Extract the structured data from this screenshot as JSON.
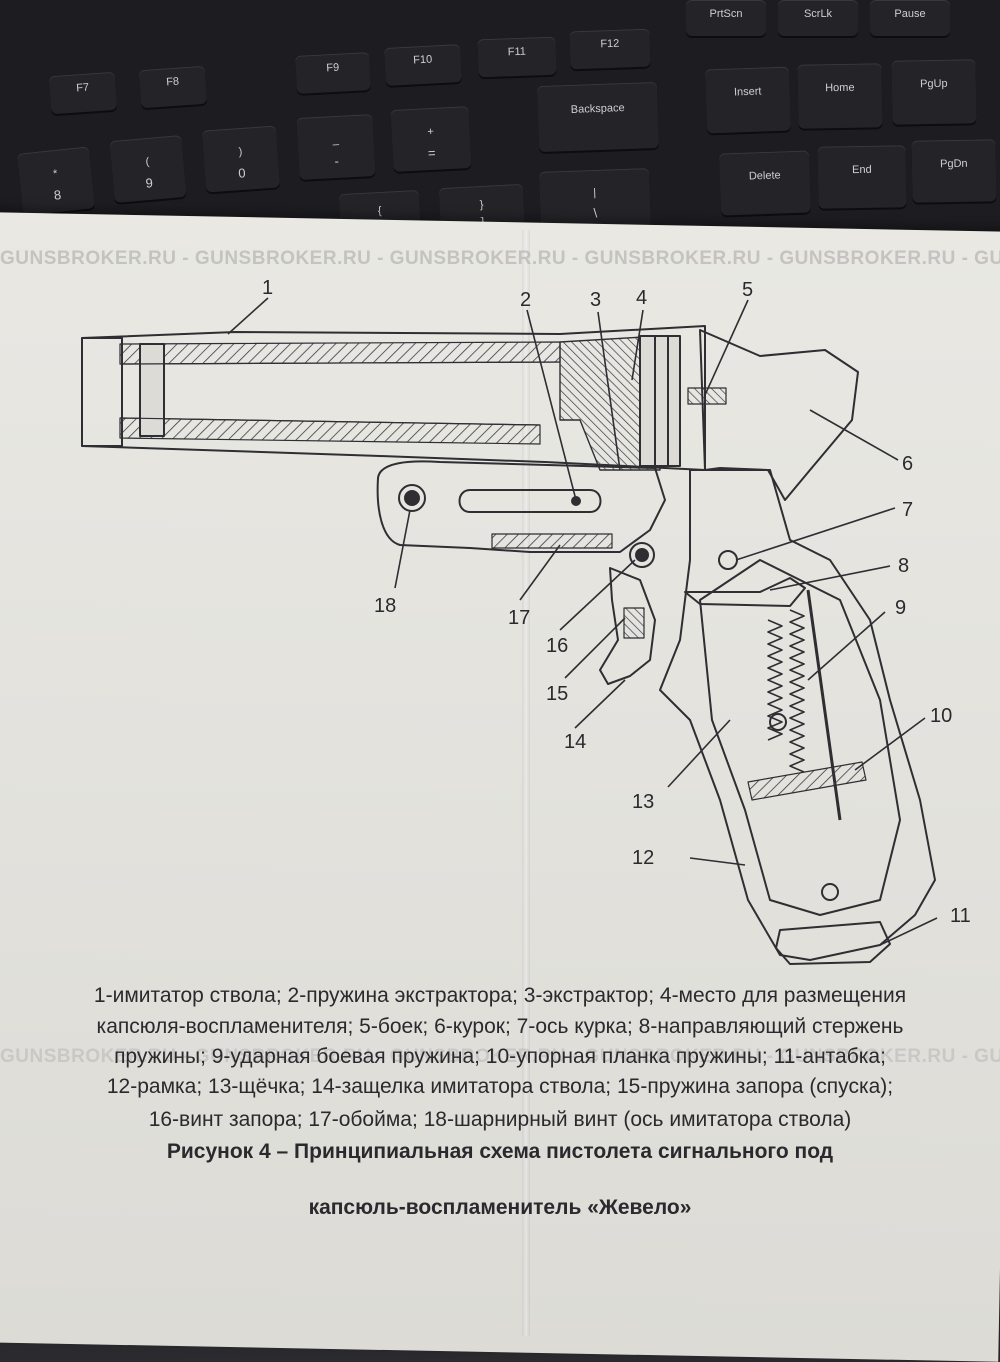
{
  "keyboard": {
    "keys": [
      {
        "id": "f7",
        "label": "F7"
      },
      {
        "id": "f8",
        "label": "F8"
      },
      {
        "id": "f9",
        "label": "F9"
      },
      {
        "id": "f10",
        "label": "F10"
      },
      {
        "id": "f11",
        "label": "F11"
      },
      {
        "id": "f12",
        "label": "F12"
      },
      {
        "id": "prtscn",
        "label": "PrtScn"
      },
      {
        "id": "scrlk",
        "label": "ScrLk"
      },
      {
        "id": "pause",
        "label": "Pause"
      },
      {
        "id": "n8",
        "top": "*",
        "bottom": "8"
      },
      {
        "id": "n9",
        "top": "(",
        "bottom": "9"
      },
      {
        "id": "n0",
        "top": ")",
        "bottom": "0"
      },
      {
        "id": "minus",
        "top": "_",
        "bottom": "-"
      },
      {
        "id": "plus",
        "top": "+",
        "bottom": "="
      },
      {
        "id": "backspace",
        "label": "Backspace"
      },
      {
        "id": "insert",
        "label": "Insert"
      },
      {
        "id": "home",
        "label": "Home"
      },
      {
        "id": "pgup",
        "label": "PgUp"
      },
      {
        "id": "delete",
        "label": "Delete"
      },
      {
        "id": "end",
        "label": "End"
      },
      {
        "id": "pgdn",
        "label": "PgDn"
      },
      {
        "id": "brace_l",
        "top": "{",
        "bottom": "["
      },
      {
        "id": "brace_r",
        "top": "}",
        "bottom": "]"
      },
      {
        "id": "pipe",
        "top": "|",
        "bottom": "\\"
      }
    ]
  },
  "watermark": "GUNSBROKER.RU",
  "diagram": {
    "labels": [
      "1",
      "2",
      "3",
      "4",
      "5",
      "6",
      "7",
      "8",
      "9",
      "10",
      "11",
      "12",
      "13",
      "14",
      "15",
      "16",
      "17",
      "18"
    ]
  },
  "caption": {
    "legend_lines": [
      "1-имитатор ствола; 2-пружина экстрактора; 3-экстрактор; 4-место для размещения",
      "капсюля-воспламенителя; 5-боек; 6-курок; 7-ось курка; 8-направляющий стержень",
      "пружины; 9-ударная боевая пружина; 10-упорная планка пружины; 11-антабка;",
      "12-рамка; 13-щёчка; 14-защелка имитатора ствола; 15-пружина запора (спуска);",
      "16-винт запора; 17-обойма; 18-шарнирный винт (ось имитатора ствола)"
    ],
    "title_line1": "Рисунок 4 – Принципиальная схема пистолета сигнального под",
    "title_line2": "капсюль-воспламенитель «Жевело»"
  },
  "colors": {
    "paper": "#e6e5e0",
    "ink": "#2a2a2e",
    "keyboard": "#1d1d21"
  }
}
